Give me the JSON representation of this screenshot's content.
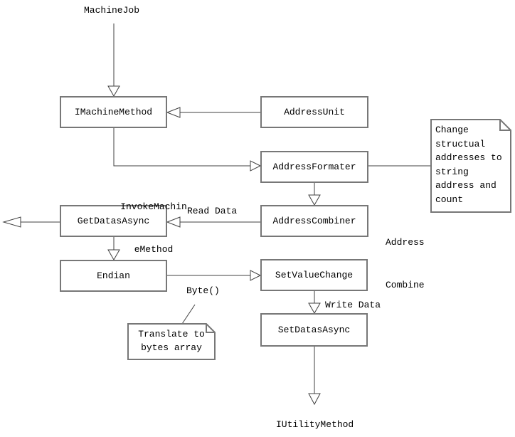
{
  "nodes": {
    "imachine_method": "IMachineMethod",
    "address_unit": "AddressUnit",
    "address_formater": "AddressFormater",
    "address_combiner": "AddressCombiner",
    "get_datas_async": "GetDatasAsync",
    "endian": "Endian",
    "set_value_change": "SetValueChange",
    "set_datas_async": "SetDatasAsync"
  },
  "endpoints": {
    "machine_job": "MachineJob",
    "iutility_method": "IUtilityMethod"
  },
  "edge_labels": {
    "invoke": {
      "line1": "InvokeMachin",
      "line2": "eMethod"
    },
    "read_data": "Read Data",
    "byte": "Byte()",
    "write_data": "Write Data",
    "address_combine": {
      "line1": "Address",
      "line2": "Combine"
    }
  },
  "notes": {
    "change": {
      "lines": [
        "Change",
        "structual",
        "addresses to",
        "string",
        "address and",
        "count"
      ]
    },
    "translate": {
      "lines": [
        "Translate to",
        "bytes array"
      ]
    }
  },
  "colors": {
    "line": "#404040",
    "shape_border": "#777777",
    "background": "#ffffff",
    "text": "#000000"
  }
}
